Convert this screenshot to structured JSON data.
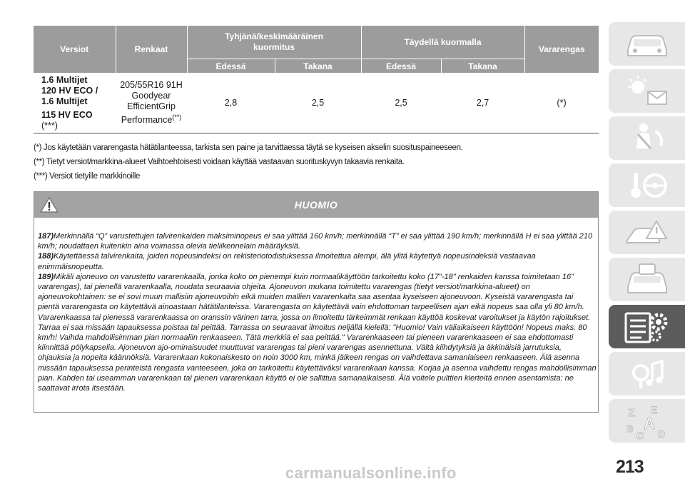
{
  "table": {
    "headers": {
      "versions": "Versiot",
      "tyres": "Renkaat",
      "empty_medium": "Tyhjänä/keskimääräinen kuormitus",
      "full_load": "Täydellä kuormalla",
      "spare": "Vararengas",
      "front1": "Edessä",
      "rear1": "Takana",
      "front2": "Edessä",
      "rear2": "Takana"
    },
    "row": {
      "version_line1": "1.6 Multijet",
      "version_line2": "120 HV ECO /",
      "version_line3": "1.6 Multijet",
      "version_line4": "115 HV ECO",
      "version_note": "(***)",
      "tyre_line1": "205/55R16 91H",
      "tyre_line2": "Goodyear",
      "tyre_line3": "EfficientGrip",
      "tyre_line4": "Performance",
      "tyre_note": "(**)",
      "empty_front": "2,8",
      "empty_rear": "2,5",
      "full_front": "2,5",
      "full_rear": "2,7",
      "spare_value": "(*)"
    }
  },
  "footnotes": [
    "(*) Jos käytetään vararengasta hätätilanteessa, tarkista sen paine ja tarvittaessa täytä se kyseisen akselin suosituspaineeseen.",
    "(**) Tietyt versiot/markkina-alueet Vaihtoehtoisesti voidaan käyttää vastaavan suorituskyvyn takaavia renkaita.",
    "(***) Versiot tietyille markkinoille"
  ],
  "warning": {
    "title": "HUOMIO",
    "icon": "warning-triangle-icon",
    "items": [
      {
        "number": "187)",
        "text": "Merkinnällä “Q” varustettujen talvirenkaiden maksiminopeus ei saa ylittää 160 km/h; merkinnällä “T” ei saa ylittää 190 km/h; merkinnällä H ei saa ylittää 210 km/h; noudattaen kuitenkin aina voimassa olevia tieliikennelain määräyksiä."
      },
      {
        "number": "188)",
        "text": "Käytettäessä talvirenkaita, joiden nopeusindeksi on rekisteriotodistuksessa ilmoitettua alempi, älä ylitä käytettyä nopeusindeksiä vastaavaa enimmäisnopeutta."
      },
      {
        "number": "189)",
        "text": "Mikäli ajoneuvo on varustettu vararenkaalla, jonka koko on pienempi kuin normaalikäyttöön tarkoitettu koko (17\"-18\" renkaiden kanssa toimitetaan 16\" vararengas), tai pienellä vararenkaalla, noudata seuraavia ohjeita. Ajoneuvon mukana toimitettu vararengas (tietyt versiot/markkina-alueet) on ajoneuvokohtainen: se ei sovi muun mallisiin ajoneuvoihin eikä muiden mallien vararenkaita saa asentaa kyseiseen ajoneuvoon. Kyseistä vararengasta tai pientä vararengasta on käytettävä ainoastaan hätätilanteissa. Vararengasta on käytettävä vain ehdottoman tarpeellisen ajan eikä nopeus saa olla yli 80 km/h. Vararenkaassa tai pienessä vararenkaassa on oranssin värinen tarra, jossa on ilmoitettu tärkeimmät renkaan käyttöä koskevat varoitukset ja käytön rajoitukset. Tarraa ei saa missään tapauksessa poistaa tai peittää. Tarrassa on seuraavat ilmoitus neljällä kielellä: \"Huomio! Vain väliaikaiseen käyttöön! Nopeus maks. 80 km/h! Vaihda mahdollisimman pian normaaliin renkaaseen. Tätä merkkiä ei saa peittää.\" Vararenkaaseen tai pieneen vararenkaaseen ei saa ehdottomasti kiinnittää pölykapselia. Ajoneuvon ajo-ominaisuudet muuttuvat vararengas tai pieni vararengas asennettuna. Vältä kiihdytyksiä ja äkkinäisiä jarrutuksia, ohjauksia ja nopeita käännöksiä. Vararenkaan kokonaiskesto on noin 3000 km, minkä jälkeen rengas on vaihdettava samanlaiseen renkaaseen. Älä asenna missään tapauksessa perinteistä rengasta vanteeseen, joka on tarkoitettu käytettäväksi vararenkaan kanssa. Korjaa ja asenna vaihdettu rengas mahdollisimman pian. Kahden tai useamman vararenkaan tai pienen vararenkaan käyttö ei ole sallittua samanaikaisesti. Älä voitele pulttien kierteitä ennen asentamista: ne saattavat irrota itsestään."
      }
    ]
  },
  "sidebar": {
    "tabs": [
      {
        "icon": "car-icon",
        "active": false
      },
      {
        "icon": "dashboard-lights-icon",
        "active": false
      },
      {
        "icon": "seatbelt-airbag-icon",
        "active": false
      },
      {
        "icon": "key-steering-wheel-icon",
        "active": false
      },
      {
        "icon": "breakdown-warning-icon",
        "active": false
      },
      {
        "icon": "car-maintenance-icon",
        "active": false
      },
      {
        "icon": "technical-data-gear-icon",
        "active": true
      },
      {
        "icon": "multimedia-music-icon",
        "active": false
      },
      {
        "icon": "alphabetical-index-icon",
        "active": false
      }
    ]
  },
  "page_number": "213",
  "watermark": "carmanualsonline.info",
  "colors": {
    "header_gray": "#9c9c9c",
    "warning_header": "#a3a3a3",
    "tab_inactive": "#e7e7e7",
    "tab_active": "#5c5c5c"
  }
}
